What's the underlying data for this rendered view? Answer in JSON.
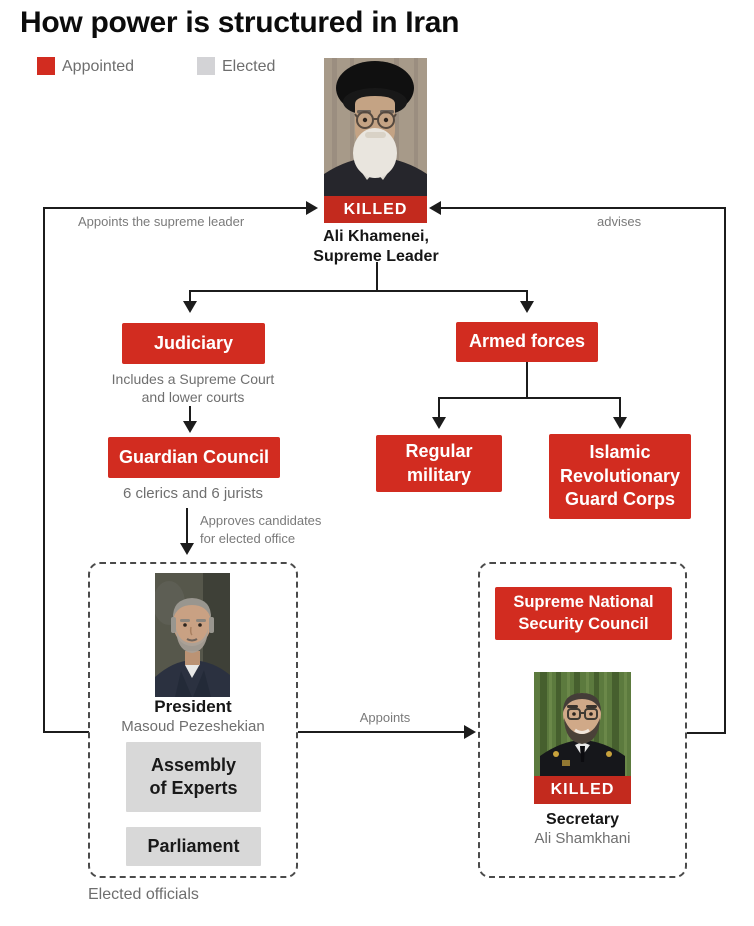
{
  "title": "How power is structured in Iran",
  "legend": {
    "appointed_label": "Appointed",
    "elected_label": "Elected"
  },
  "colors": {
    "appointed_red": "#d22c20",
    "killed_badge_red": "#c32a1e",
    "elected_gray": "#d8d8d8",
    "line_black": "#1c1c1c",
    "caption_gray": "#6f6f6f"
  },
  "supreme_leader": {
    "killed_badge": "KILLED",
    "name": "Ali Khamenei,\nSupreme Leader",
    "photo": "ali-khamenei-portrait"
  },
  "edges": {
    "appoints_supreme_leader": "Appoints the supreme leader",
    "advises": "advises",
    "approves_candidates": "Approves candidates\nfor elected office",
    "appoints": "Appoints"
  },
  "nodes": {
    "judiciary": "Judiciary",
    "judiciary_caption": "Includes a Supreme Court\nand lower courts",
    "guardian_council": "Guardian Council",
    "guardian_council_caption": "6 clerics and 6 jurists",
    "armed_forces": "Armed forces",
    "regular_military": "Regular\nmilitary",
    "irgc": "Islamic\nRevolutionary\nGuard Corps",
    "snsc": "Supreme National\nSecurity Council"
  },
  "elected_group": {
    "president_title": "President",
    "president_name": "Masoud Pezeshekian",
    "president_photo": "masoud-pezeshekian-portrait",
    "assembly_of_experts": "Assembly\nof Experts",
    "parliament": "Parliament",
    "footer": "Elected officials"
  },
  "secretary": {
    "killed_badge": "KILLED",
    "title": "Secretary",
    "name": "Ali Shamkhani",
    "photo": "ali-shamkhani-portrait"
  }
}
